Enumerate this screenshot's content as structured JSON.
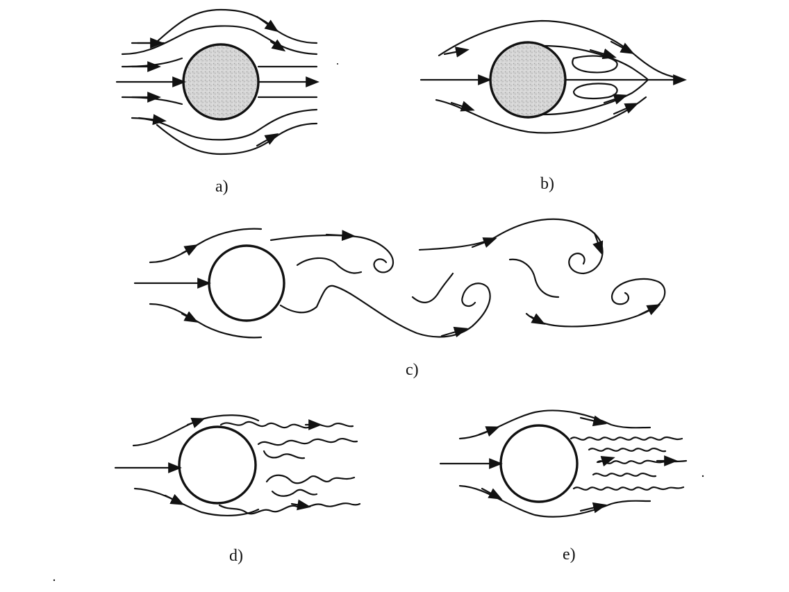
{
  "panels": [
    {
      "id": "a",
      "label": "a)",
      "shaded": true
    },
    {
      "id": "b",
      "label": "b)",
      "shaded": true
    },
    {
      "id": "c",
      "label": "c)",
      "shaded": false
    },
    {
      "id": "d",
      "label": "d)",
      "shaded": false
    },
    {
      "id": "e",
      "label": "e)",
      "shaded": false
    }
  ],
  "colors": {
    "ink": "#111111",
    "shade": "#cfcfcf",
    "background": "#ffffff"
  }
}
